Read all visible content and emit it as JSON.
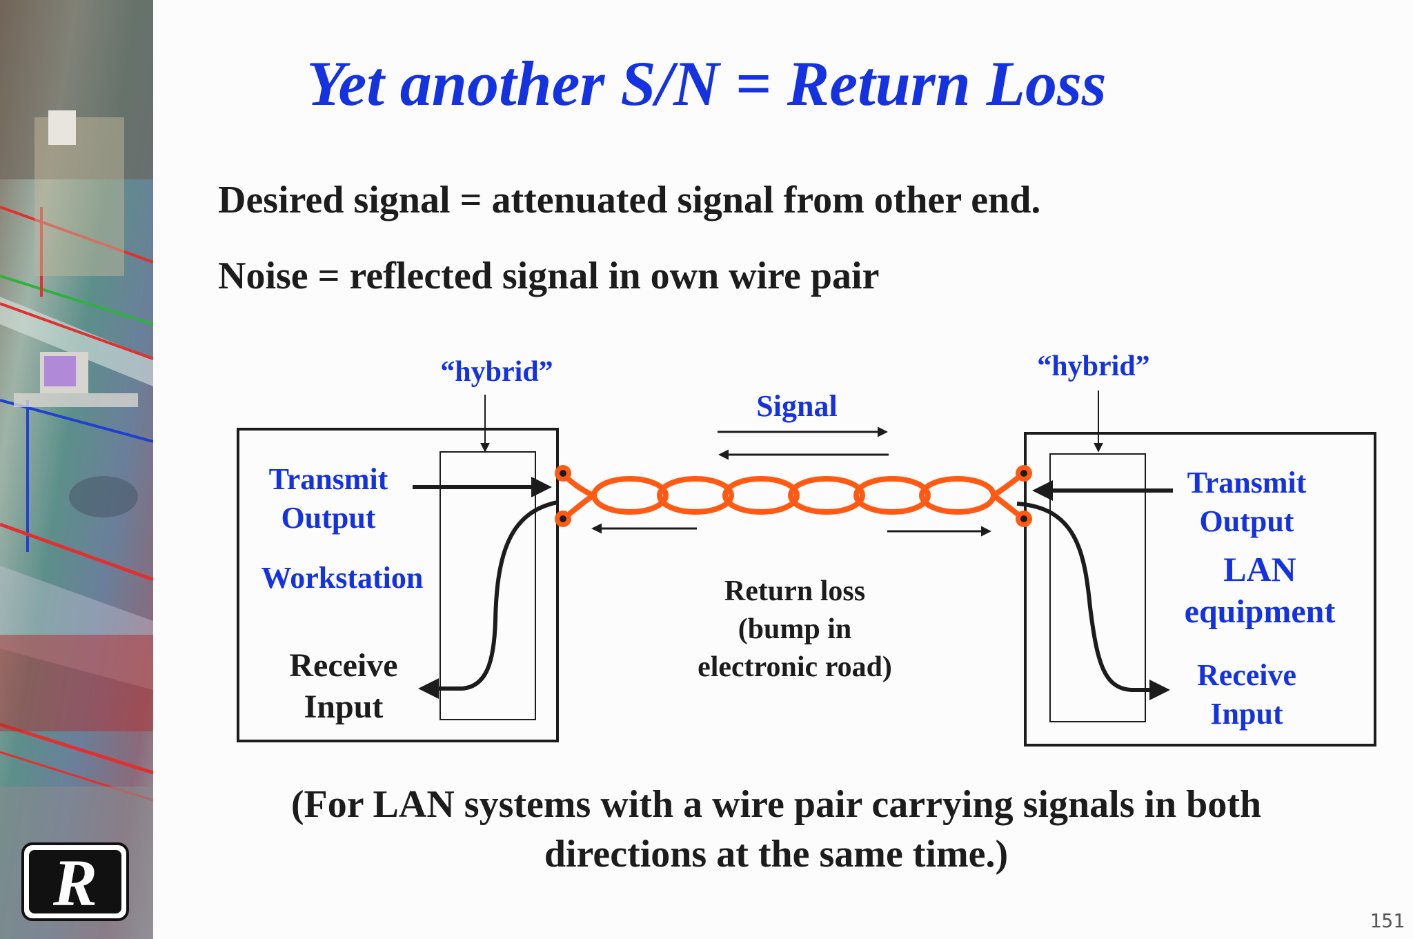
{
  "slide": {
    "title": "Yet another S/N = Return Loss",
    "bullets": [
      "Desired signal = attenuated signal from other end.",
      "Noise = reflected signal in own wire pair"
    ],
    "footnote_lines": [
      "(For LAN systems with a wire pair carrying signals in both",
      "directions at the same time.)"
    ],
    "page_number": "151",
    "logo_letter": "R"
  },
  "diagram": {
    "left_box": {
      "hybrid_label": "“hybrid”",
      "transmit": [
        "Transmit",
        "Output"
      ],
      "name": "Workstation",
      "receive": [
        "Receive",
        "Input"
      ]
    },
    "right_box": {
      "hybrid_label": "“hybrid”",
      "transmit": [
        "Transmit",
        "Output"
      ],
      "name": [
        "LAN",
        "equipment"
      ],
      "receive": [
        "Receive",
        "Input"
      ]
    },
    "signal_label": "Signal",
    "return_loss": [
      "Return loss",
      "(bump in",
      "electronic road)"
    ]
  },
  "colors": {
    "title": "#1432e0",
    "label_blue": "#1432e0",
    "text_dark": "#1c1c1c",
    "cable_orange": "#ff5a14"
  }
}
